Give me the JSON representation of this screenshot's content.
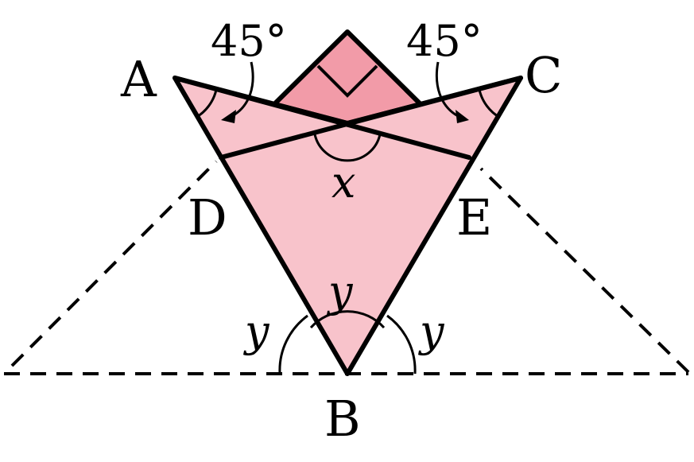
{
  "colors": {
    "fill_light": "#F8C3CB",
    "fill_dark": "#F29BA8",
    "stroke": "#000000",
    "background": "#FFFFFF"
  },
  "labels": {
    "point_a": "A",
    "point_b": "B",
    "point_c": "C",
    "point_d": "D",
    "point_e": "E",
    "angle_left": "45°",
    "angle_right": "45°",
    "var_x": "x",
    "var_y_top": "y",
    "var_y_left": "y",
    "var_y_right": "y"
  }
}
